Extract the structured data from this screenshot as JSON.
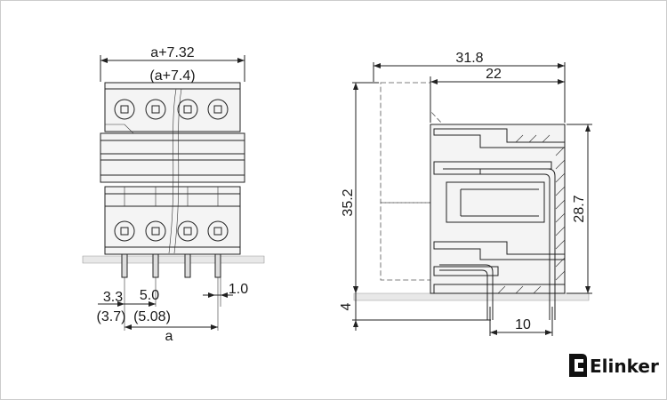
{
  "front_view": {
    "dim_width": "a+7.32",
    "dim_width_alt": "(a+7.4)",
    "dim_offset": "3.3",
    "dim_offset_alt": "(3.7)",
    "dim_pitch": "5.0",
    "dim_pitch_alt": "(5.08)",
    "dim_pin": "1.0",
    "dim_a": "a"
  },
  "side_view": {
    "dim_total_depth": "31.8",
    "dim_depth": "22",
    "dim_total_height": "35.2",
    "dim_height": "28.7",
    "dim_pin_length": "4",
    "dim_pin_spacing": "10"
  },
  "brand": {
    "name": "Elinker"
  }
}
